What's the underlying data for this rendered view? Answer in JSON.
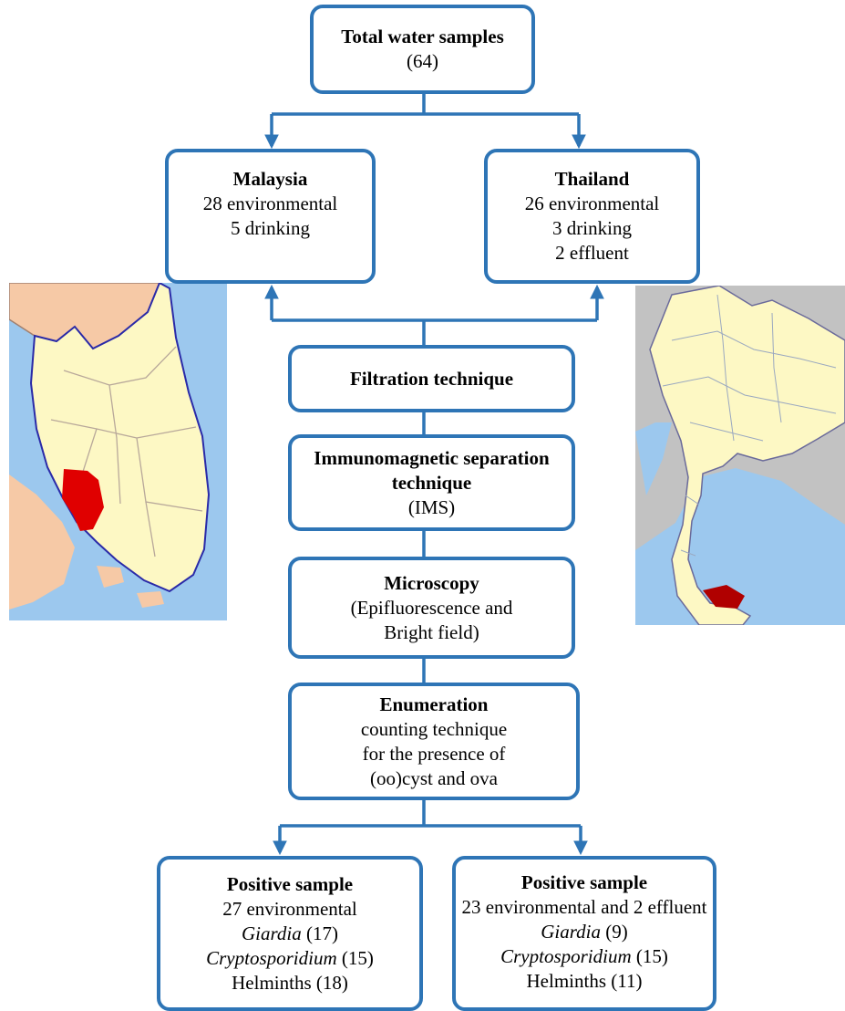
{
  "root": {
    "title": "Total water samples",
    "count": "(64)"
  },
  "malaysia": {
    "title": "Malaysia",
    "lines": [
      "28 environmental",
      "5 drinking"
    ]
  },
  "thailand": {
    "title": "Thailand",
    "lines": [
      "26 environmental",
      "3 drinking",
      "2 effluent"
    ]
  },
  "filtration": {
    "title": "Filtration technique"
  },
  "ims": {
    "title_line1": "Immunomagnetic separation",
    "title_line2": "technique",
    "sub": "(IMS)"
  },
  "microscopy": {
    "title": "Microscopy",
    "line1": "(Epifluorescence and",
    "line2": "Bright field)"
  },
  "enumeration": {
    "title": "Enumeration",
    "lines": [
      "counting technique",
      "for the presence of",
      "(oo)cyst and ova"
    ]
  },
  "positive_malaysia": {
    "title": "Positive sample",
    "line1": "27 environmental",
    "giardia_name": "Giardia",
    "giardia_count": "(17)",
    "crypto_name": "Cryptosporidium",
    "crypto_count": "(15)",
    "helminths": "Helminths (18)"
  },
  "positive_thailand": {
    "title": "Positive sample",
    "line1": "23 environmental and 2 effluent",
    "giardia_name": "Giardia",
    "giardia_count": "(9)",
    "crypto_name": "Cryptosporidium",
    "crypto_count": "(15)",
    "helminths": "Helminths (11)"
  },
  "colors": {
    "box_border": "#2e75b6",
    "sea": "#9cc8ee",
    "land": "#fdf8c4",
    "neighbor_malaysia": "#f6c9a6",
    "neighbor_thailand": "#c2c2c2",
    "highlight": "#e00000"
  }
}
